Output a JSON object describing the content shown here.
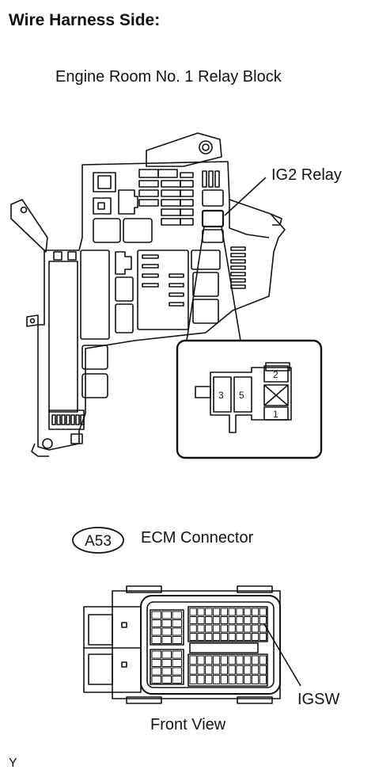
{
  "heading": "Wire Harness Side:",
  "relay_block": {
    "title": "Engine Room No. 1 Relay Block",
    "callout": "IG2 Relay",
    "relay_pins": [
      "3",
      "5",
      "2",
      "1"
    ]
  },
  "ecm": {
    "code": "A53",
    "label": "ECM Connector",
    "pin_callout": "IGSW",
    "view_label": "Front View"
  },
  "figure_code": "Y"
}
